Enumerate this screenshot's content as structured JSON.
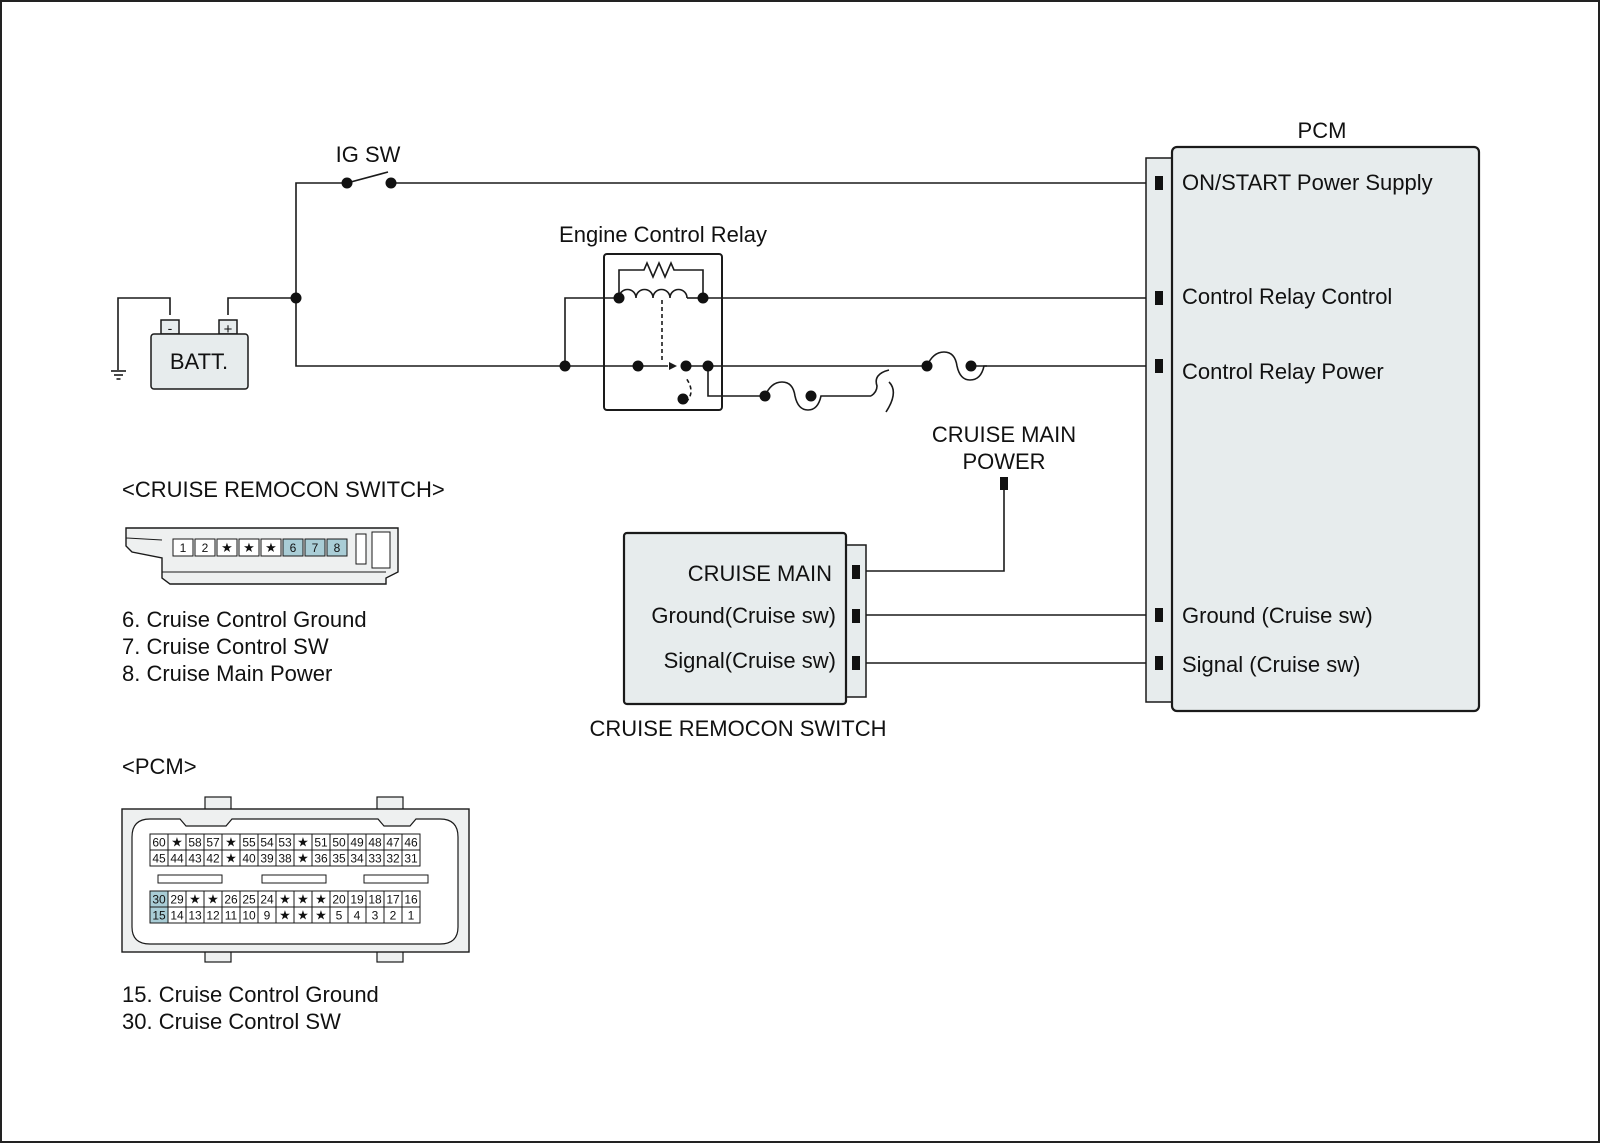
{
  "labels": {
    "ig_sw": "IG SW",
    "batt": "BATT.",
    "batt_minus": "-",
    "batt_plus": "+",
    "relay_title": "Engine Control Relay",
    "pcm_title": "PCM",
    "cruise_main_power": [
      "CRUISE MAIN",
      "POWER"
    ],
    "cruise_switch_title": "CRUISE REMOCON SWITCH"
  },
  "pcm": {
    "terminals": [
      "ON/START Power Supply",
      "Control Relay Control",
      "Control Relay Power",
      "Ground (Cruise sw)",
      "Signal (Cruise sw)"
    ]
  },
  "cruise_switch": {
    "terminals": [
      "CRUISE MAIN",
      "Ground(Cruise sw)",
      "Signal(Cruise sw)"
    ]
  },
  "connector_cruise": {
    "title": "<CRUISE REMOCON SWITCH>",
    "pins": [
      "1",
      "2",
      "★",
      "★",
      "★",
      "6",
      "7",
      "8"
    ],
    "highlight": [
      "6",
      "7",
      "8"
    ],
    "legend": [
      "6. Cruise Control Ground",
      "7. Cruise Control SW",
      "8. Cruise Main Power"
    ]
  },
  "connector_pcm": {
    "title": "<PCM>",
    "top_rows": [
      [
        "60",
        "★",
        "58",
        "57",
        "★",
        "55",
        "54",
        "53",
        "★",
        "51",
        "50",
        "49",
        "48",
        "47",
        "46"
      ],
      [
        "45",
        "44",
        "43",
        "42",
        "★",
        "40",
        "39",
        "38",
        "★",
        "36",
        "35",
        "34",
        "33",
        "32",
        "31"
      ]
    ],
    "bottom_rows": [
      [
        "30",
        "29",
        "★",
        "★",
        "26",
        "25",
        "24",
        "★",
        "★",
        "★",
        "20",
        "19",
        "18",
        "17",
        "16"
      ],
      [
        "15",
        "14",
        "13",
        "12",
        "11",
        "10",
        "9",
        "★",
        "★",
        "★",
        "5",
        "4",
        "3",
        "2",
        "1"
      ]
    ],
    "highlight": [
      "30",
      "15"
    ],
    "legend": [
      "15. Cruise Control Ground",
      "30. Cruise Control SW"
    ]
  },
  "colors": {
    "box_fill": "#e7eced",
    "highlight_fill": "#a9cdd6",
    "line": "#1a1a1a"
  }
}
